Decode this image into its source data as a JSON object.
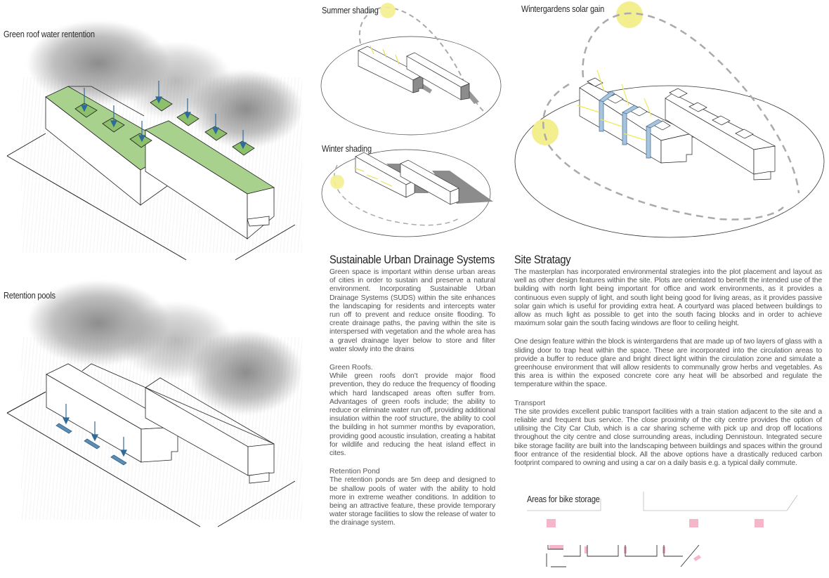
{
  "panels": {
    "green_roof": {
      "title": "Green roof water rentention"
    },
    "retention_pools": {
      "title": "Retention pools"
    },
    "summer_shading": {
      "title": "Summer shading"
    },
    "winter_shading": {
      "title": "Winter shading"
    },
    "wintergardens": {
      "title": "Wintergardens solar gain"
    },
    "bike_storage": {
      "title": "Areas for bike storage"
    }
  },
  "suds": {
    "heading": "Sustainable Urban Drainage Systems",
    "intro": "Green space is important within dense urban areas of cities in order to sustain and preserve a natural environment. Incorporating Sustainable Urban Drainage Systems (SUDS) within the site enhances the landscaping for residents and intercepts water run off to prevent and reduce onsite flooding. To create drainage paths, the paving within the site is interspersed with vegetation and the whole area has a gravel drainage layer below to store and filter water slowly into the drains",
    "green_roofs_heading": "Green Roofs.",
    "green_roofs_body": "While green roofs don’t provide major flood prevention, they do reduce the frequency of flooding which hard landscaped areas often suffer from. Advantages of green roofs include; the ability to reduce or eliminate water run off,  providing additional insulation within the roof structure, the ability to cool the building in hot summer months by evaporation, providing good acoustic insulation, creating a habitat for wildlife and reducing the heat island effect in cites.",
    "retention_heading": "Retention Pond",
    "retention_body": "The retention ponds are 5m deep and designed to be shallow pools of water with the ability to hold more in extreme weather conditions. In addition to being an attractive feature, these provide temporary water storage facilities to slow the release of water to the drainage system."
  },
  "site": {
    "heading": "Site Stratagy",
    "intro": "The masterplan has incorporated environmental strategies into the plot placement and layout as well as other design features within the site. Plots are orientated to benefit the intended use of the building with north light being important for office and work environments, as it provides a continuous even supply of light, and south light being good for living areas, as it provides passive solar gain which is useful for providing extra heat. A courtyard was placed between buildings to allow as much light as possible to get into the south facing blocks and in order to achieve maximum solar gain the south facing windows are floor to ceiling height.",
    "wintergardens_body": "One design feature within the block is wintergardens that are made up of two layers of glass with a sliding door to trap heat within the space. These are incorporated into the circulation areas to provide a buffer to reduce glare and bright direct light within the circulation zone and simulate a greenhouse environment that will allow residents to communally grow herbs and vegetables. As this area is within the exposed concrete core any heat will be absorbed and regulate the temperature within the space.",
    "transport_heading": "Transport",
    "transport_body": "The site provides excellent public transport facilities with a train station adjacent to the site  and a reliable and frequent bus service.  The close proximity of the city centre provides the option of utilising the City Car Club, which is a car sharing scheme with pick up and drop off locations throughout the city centre and close surrounding areas, including Dennistoun.  Integrated secure bike storage facility are built into the landscaping between buildings and spaces within the ground floor entrance of the residential block. All the above options have a drastically reduced carbon footprint compared to owning and using a car on a daily basis e.g. a typical daily commute."
  },
  "colors": {
    "green_roof": "#a9d18e",
    "water_blue": "#4a7fa8",
    "glass_blue": "#a8c4dc",
    "sun_yellow": "#f3ef8f",
    "bike_pink": "#f4b6c8",
    "shadow_grey": "#8c8c8c"
  }
}
